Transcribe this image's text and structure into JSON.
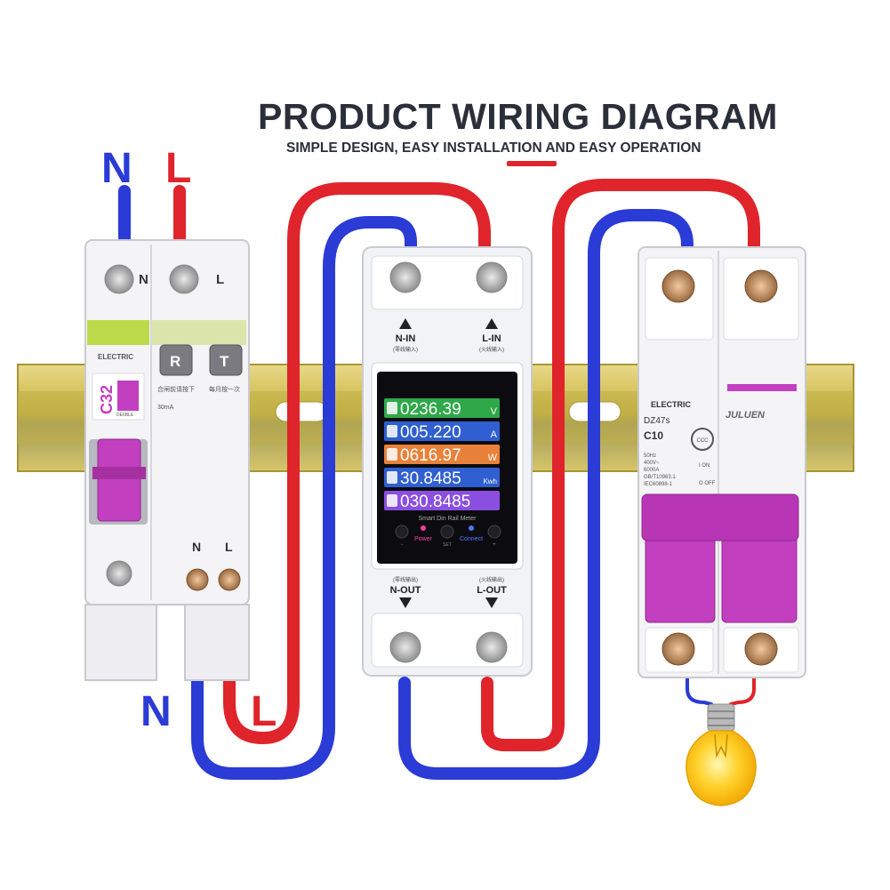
{
  "header": {
    "title": "PRODUCT WIRING DIAGRAM",
    "subtitle": "SIMPLE DESIGN, EASY INSTALLATION AND EASY OPERATION"
  },
  "labels": {
    "top_n": "N",
    "top_l": "L",
    "bottom_n": "N",
    "bottom_l": "L"
  },
  "rcbo": {
    "brand": "ELECTRIC",
    "model": "C32",
    "badge_text": "DE6BLE",
    "terminal_top_n": "N",
    "terminal_top_l": "L",
    "terminal_bottom_n": "N",
    "terminal_bottom_l": "L",
    "button_r": "R",
    "button_t": "T",
    "note_left": "合闸前请按下",
    "note_right": "每月按一次",
    "rating": "30mA"
  },
  "meter": {
    "n_in": "N-IN",
    "n_in_cn": "(零线输入)",
    "l_in": "L-IN",
    "l_in_cn": "(火线输入)",
    "n_out": "N-OUT",
    "n_out_cn": "(零线输出)",
    "l_out": "L-OUT",
    "l_out_cn": "(火线输出)",
    "readings": [
      {
        "value": "0236.39",
        "unit": "V",
        "color": "#2fa84a",
        "icon": "bolt-icon"
      },
      {
        "value": "005.220",
        "unit": "A",
        "color": "#2f5fd0",
        "icon": "shuffle-icon"
      },
      {
        "value": "0616.97",
        "unit": "W",
        "color": "#e8813a",
        "icon": "power-icon"
      },
      {
        "value": "30.8485",
        "unit": "Kwh",
        "color": "#2f5fd0",
        "icon": "energy-icon"
      },
      {
        "value": "030.8485",
        "unit": "",
        "color": "#8a4fe0",
        "icon": "coin-icon"
      }
    ],
    "caption": "Smart Din Rail Meter",
    "power": "Power",
    "connect": "Connect",
    "btn_minus": "−",
    "btn_set": "SET",
    "btn_plus": "+"
  },
  "mcb": {
    "brand": "ELECTRIC",
    "logo": "JULUEN",
    "model": "DZ47s",
    "rating": "C10",
    "spec_1": "50Hz",
    "spec_2": "400V~",
    "spec_3": "6000A",
    "spec_4": "GB/T10963.1",
    "spec_5": "IEC60898-1",
    "on_label": "I ON",
    "off_label": "O OFF",
    "ccc": "CCC"
  },
  "colors": {
    "neutral_wire": "#2a3bd6",
    "live_wire": "#e0242b",
    "handle": "#c23fc0",
    "rail": "#cdbb4a"
  }
}
